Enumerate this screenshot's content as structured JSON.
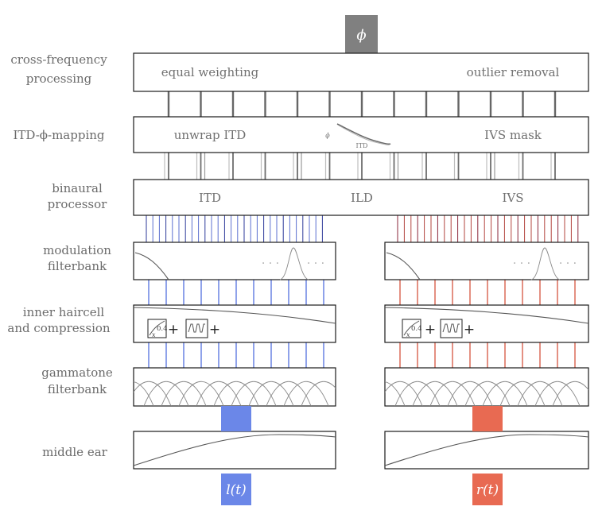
{
  "output": {
    "symbol": "ϕ",
    "color": "#808080"
  },
  "stages": {
    "cross_frequency": {
      "label_line1": "cross-frequency",
      "label_line2": "processing",
      "left_text": "equal weighting",
      "right_text": "outlier removal"
    },
    "itd_mapping": {
      "label": "ITD-ϕ-mapping",
      "left_text": "unwrap ITD",
      "right_text": "IVS mask",
      "inset_x_label": "ITD",
      "inset_y_label": "ϕ"
    },
    "binaural": {
      "label_line1": "binaural",
      "label_line2": "processor",
      "outputs": [
        "ITD",
        "ILD",
        "IVS"
      ]
    },
    "modulation": {
      "label_line1": "modulation",
      "label_line2": "filterbank",
      "dots": "· · ·"
    },
    "haircell": {
      "label_line1": "inner haircell",
      "label_line2": "and compression",
      "power_exponent": "0.4",
      "power_base": "x",
      "plus": "+"
    },
    "gammatone": {
      "label_line1": "gammatone",
      "label_line2": "filterbank"
    },
    "middle_ear": {
      "label": "middle ear"
    }
  },
  "inputs": {
    "left": {
      "label": "l(t)",
      "color": "#6b87e8"
    },
    "right": {
      "label": "r(t)",
      "color": "#e86a52"
    }
  },
  "colors": {
    "left_lines": "#5f7ae0",
    "right_lines": "#d9604c",
    "binaural_left_lines": "#2e3a9a",
    "binaural_right_lines": "#8a2438",
    "grey_lines": "#7a7a7a"
  }
}
